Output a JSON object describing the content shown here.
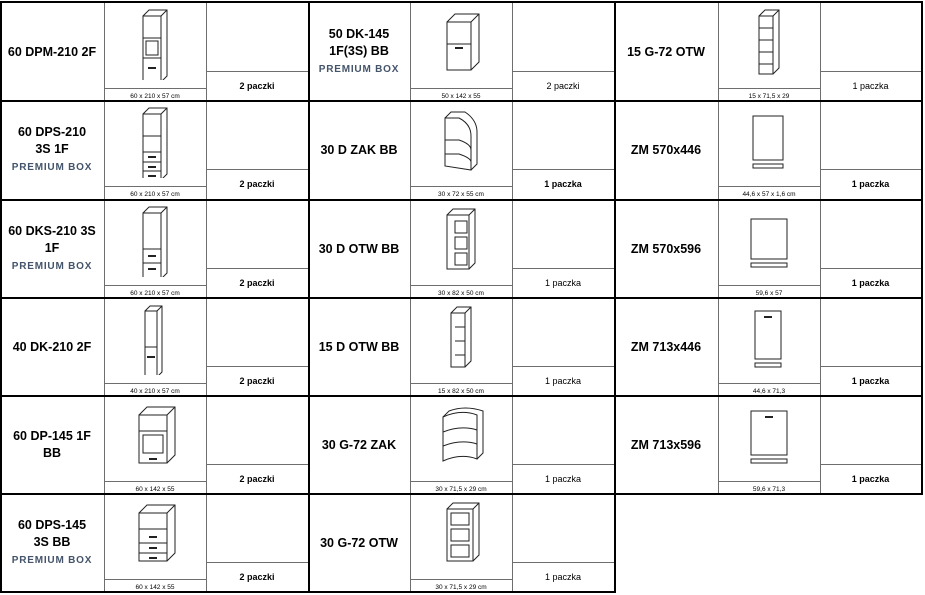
{
  "columns": [
    {
      "rows": [
        {
          "name": [
            "60 DPM-210 2F"
          ],
          "premium": "",
          "dims": "60 x 210 x 57 cm",
          "pack": "2 paczki",
          "pack_bold": true,
          "icon": "tall-oven-cabinet-icon",
          "shape": "tallOven"
        },
        {
          "name": [
            "60 DPS-210",
            "3S 1F"
          ],
          "premium": "PREMIUM  BOX",
          "dims": "60 x 210 x 57 cm",
          "pack": "2 paczki",
          "pack_bold": true,
          "icon": "tall-drawer-cabinet-icon",
          "shape": "tallDrawers"
        },
        {
          "name": [
            "60 DKS-210 3S 1F"
          ],
          "premium": "PREMIUM  BOX",
          "dims": "60 x 210 x 57 cm",
          "pack": "2 paczki",
          "pack_bold": true,
          "icon": "tall-fridge-cabinet-icon",
          "shape": "tallFridge"
        },
        {
          "name": [
            "40 DK-210 2F"
          ],
          "premium": "",
          "dims": "40 x 210 x 57 cm",
          "pack": "2 paczki",
          "pack_bold": true,
          "icon": "narrow-tall-cabinet-icon",
          "shape": "tallNarrow"
        },
        {
          "name": [
            "60 DP-145 1F",
            "BB"
          ],
          "premium": "",
          "dims": "60 x 142 x 55",
          "pack": "2 paczki",
          "pack_bold": true,
          "icon": "oven-base-cabinet-icon",
          "shape": "midOven"
        },
        {
          "name": [
            "60 DPS-145",
            "3S BB"
          ],
          "premium": "PREMIUM  BOX",
          "dims": "60 x 142 x 55",
          "pack": "2 paczki",
          "pack_bold": true,
          "icon": "oven-drawer-cabinet-icon",
          "shape": "midDrawers"
        }
      ]
    },
    {
      "rows": [
        {
          "name": [
            "50 DK-145",
            "1F(3S) BB"
          ],
          "premium": "PREMIUM  BOX",
          "dims": "50 x 142 x 55",
          "pack": "2 paczki",
          "pack_bold": false,
          "icon": "fridge-base-cabinet-icon",
          "shape": "midFridge"
        },
        {
          "name": [
            "30 D ZAK BB"
          ],
          "premium": "",
          "dims": "30 x 72 x 55 cm",
          "pack": "1 paczka",
          "pack_bold": true,
          "icon": "corner-end-shelf-icon",
          "shape": "curvedBase"
        },
        {
          "name": [
            "30 D OTW BB"
          ],
          "premium": "",
          "dims": "30 x 82 x 50 cm",
          "pack": "1 paczka",
          "pack_bold": false,
          "icon": "open-shelf-base-icon",
          "shape": "openBase"
        },
        {
          "name": [
            "15 D OTW BB"
          ],
          "premium": "",
          "dims": "15 x 82 x 50 cm",
          "pack": "1 paczka",
          "pack_bold": false,
          "icon": "narrow-open-shelf-icon",
          "shape": "narrowOpenBase"
        },
        {
          "name": [
            "30 G-72 ZAK"
          ],
          "premium": "",
          "dims": "30 x 71,5 x 29 cm",
          "pack": "1 paczka",
          "pack_bold": false,
          "icon": "curved-wall-shelf-icon",
          "shape": "curvedWall"
        },
        {
          "name": [
            "30 G-72 OTW"
          ],
          "premium": "",
          "dims": "30 x 71,5 x 29 cm",
          "pack": "1 paczka",
          "pack_bold": false,
          "icon": "open-wall-shelf-icon",
          "shape": "openWall"
        }
      ]
    },
    {
      "rows": [
        {
          "name": [
            "15 G-72 OTW"
          ],
          "premium": "",
          "dims": "15 x 71,5 x 29",
          "pack": "1 paczka",
          "pack_bold": false,
          "icon": "narrow-wall-shelf-icon",
          "shape": "narrowWall"
        },
        {
          "name": [
            "ZM 570x446"
          ],
          "premium": "",
          "dims": "44,6 x 57 x 1,6 cm",
          "pack": "1 paczka",
          "pack_bold": true,
          "icon": "dishwasher-front-icon",
          "shape": "panel1"
        },
        {
          "name": [
            "ZM 570x596"
          ],
          "premium": "",
          "dims": "59,6 x 57",
          "pack": "1 paczka",
          "pack_bold": true,
          "icon": "dishwasher-front-wide-icon",
          "shape": "panel2"
        },
        {
          "name": [
            "ZM 713x446"
          ],
          "premium": "",
          "dims": "44,6 x 71,3",
          "pack": "1 paczka",
          "pack_bold": true,
          "icon": "dishwasher-front-handle-icon",
          "shape": "panel3"
        },
        {
          "name": [
            "ZM 713x596"
          ],
          "premium": "",
          "dims": "59,6 x 71,3",
          "pack": "1 paczka",
          "pack_bold": true,
          "icon": "dishwasher-front-wide-handle-icon",
          "shape": "panel4"
        }
      ]
    }
  ]
}
